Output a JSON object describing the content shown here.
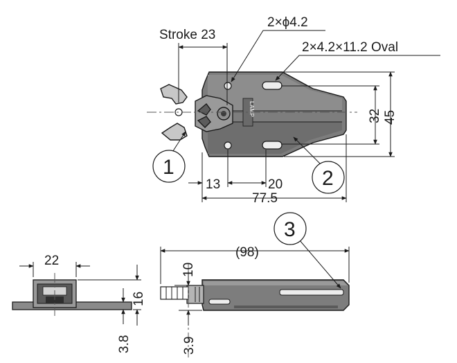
{
  "top_view": {
    "stroke_label": "Stroke 23",
    "hole_label": "2×ϕ4.2",
    "oval_label": "2×4.2×11.2 Oval",
    "dim_32": "32",
    "dim_45": "45",
    "dim_13": "13",
    "dim_20": "20",
    "dim_77_5": "77.5",
    "callout_1": "1",
    "callout_2": "2",
    "logo_text": "LAMP"
  },
  "end_view": {
    "dim_22": "22",
    "dim_16": "16",
    "dim_3_8": "3.8"
  },
  "side_view": {
    "dim_98": "(98)",
    "dim_10": "10",
    "dim_3_9": "3.9",
    "callout_3": "3"
  },
  "colors": {
    "body_fill": "#7d7d7d",
    "body_dark": "#5f5f5f",
    "body_light": "#a9a9a9",
    "slot_fill": "#ededed",
    "line": "#1a1a1a"
  }
}
